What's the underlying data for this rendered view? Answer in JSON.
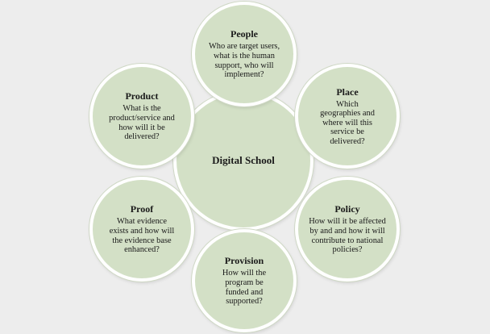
{
  "center": {
    "title": "Digital School"
  },
  "nodes": {
    "people": {
      "title": "People",
      "desc": "Who are target users, what is the human support, who will implement?"
    },
    "product": {
      "title": "Product",
      "desc": "What is the product/service and how will it be delivered?"
    },
    "place": {
      "title": "Place",
      "desc": "Which geographies and where will this service be delivered?"
    },
    "proof": {
      "title": "Proof",
      "desc": "What evidence exists and how will the evidence base enhanced?"
    },
    "policy": {
      "title": "Policy",
      "desc": "How will it be affected by and and how it will contribute to national policies?"
    },
    "provision": {
      "title": "Provision",
      "desc": "How will the program be funded and supported?"
    }
  },
  "colors": {
    "circle_fill": "#d3e0c6",
    "circle_border": "#ffffff",
    "background": "#ededed"
  }
}
